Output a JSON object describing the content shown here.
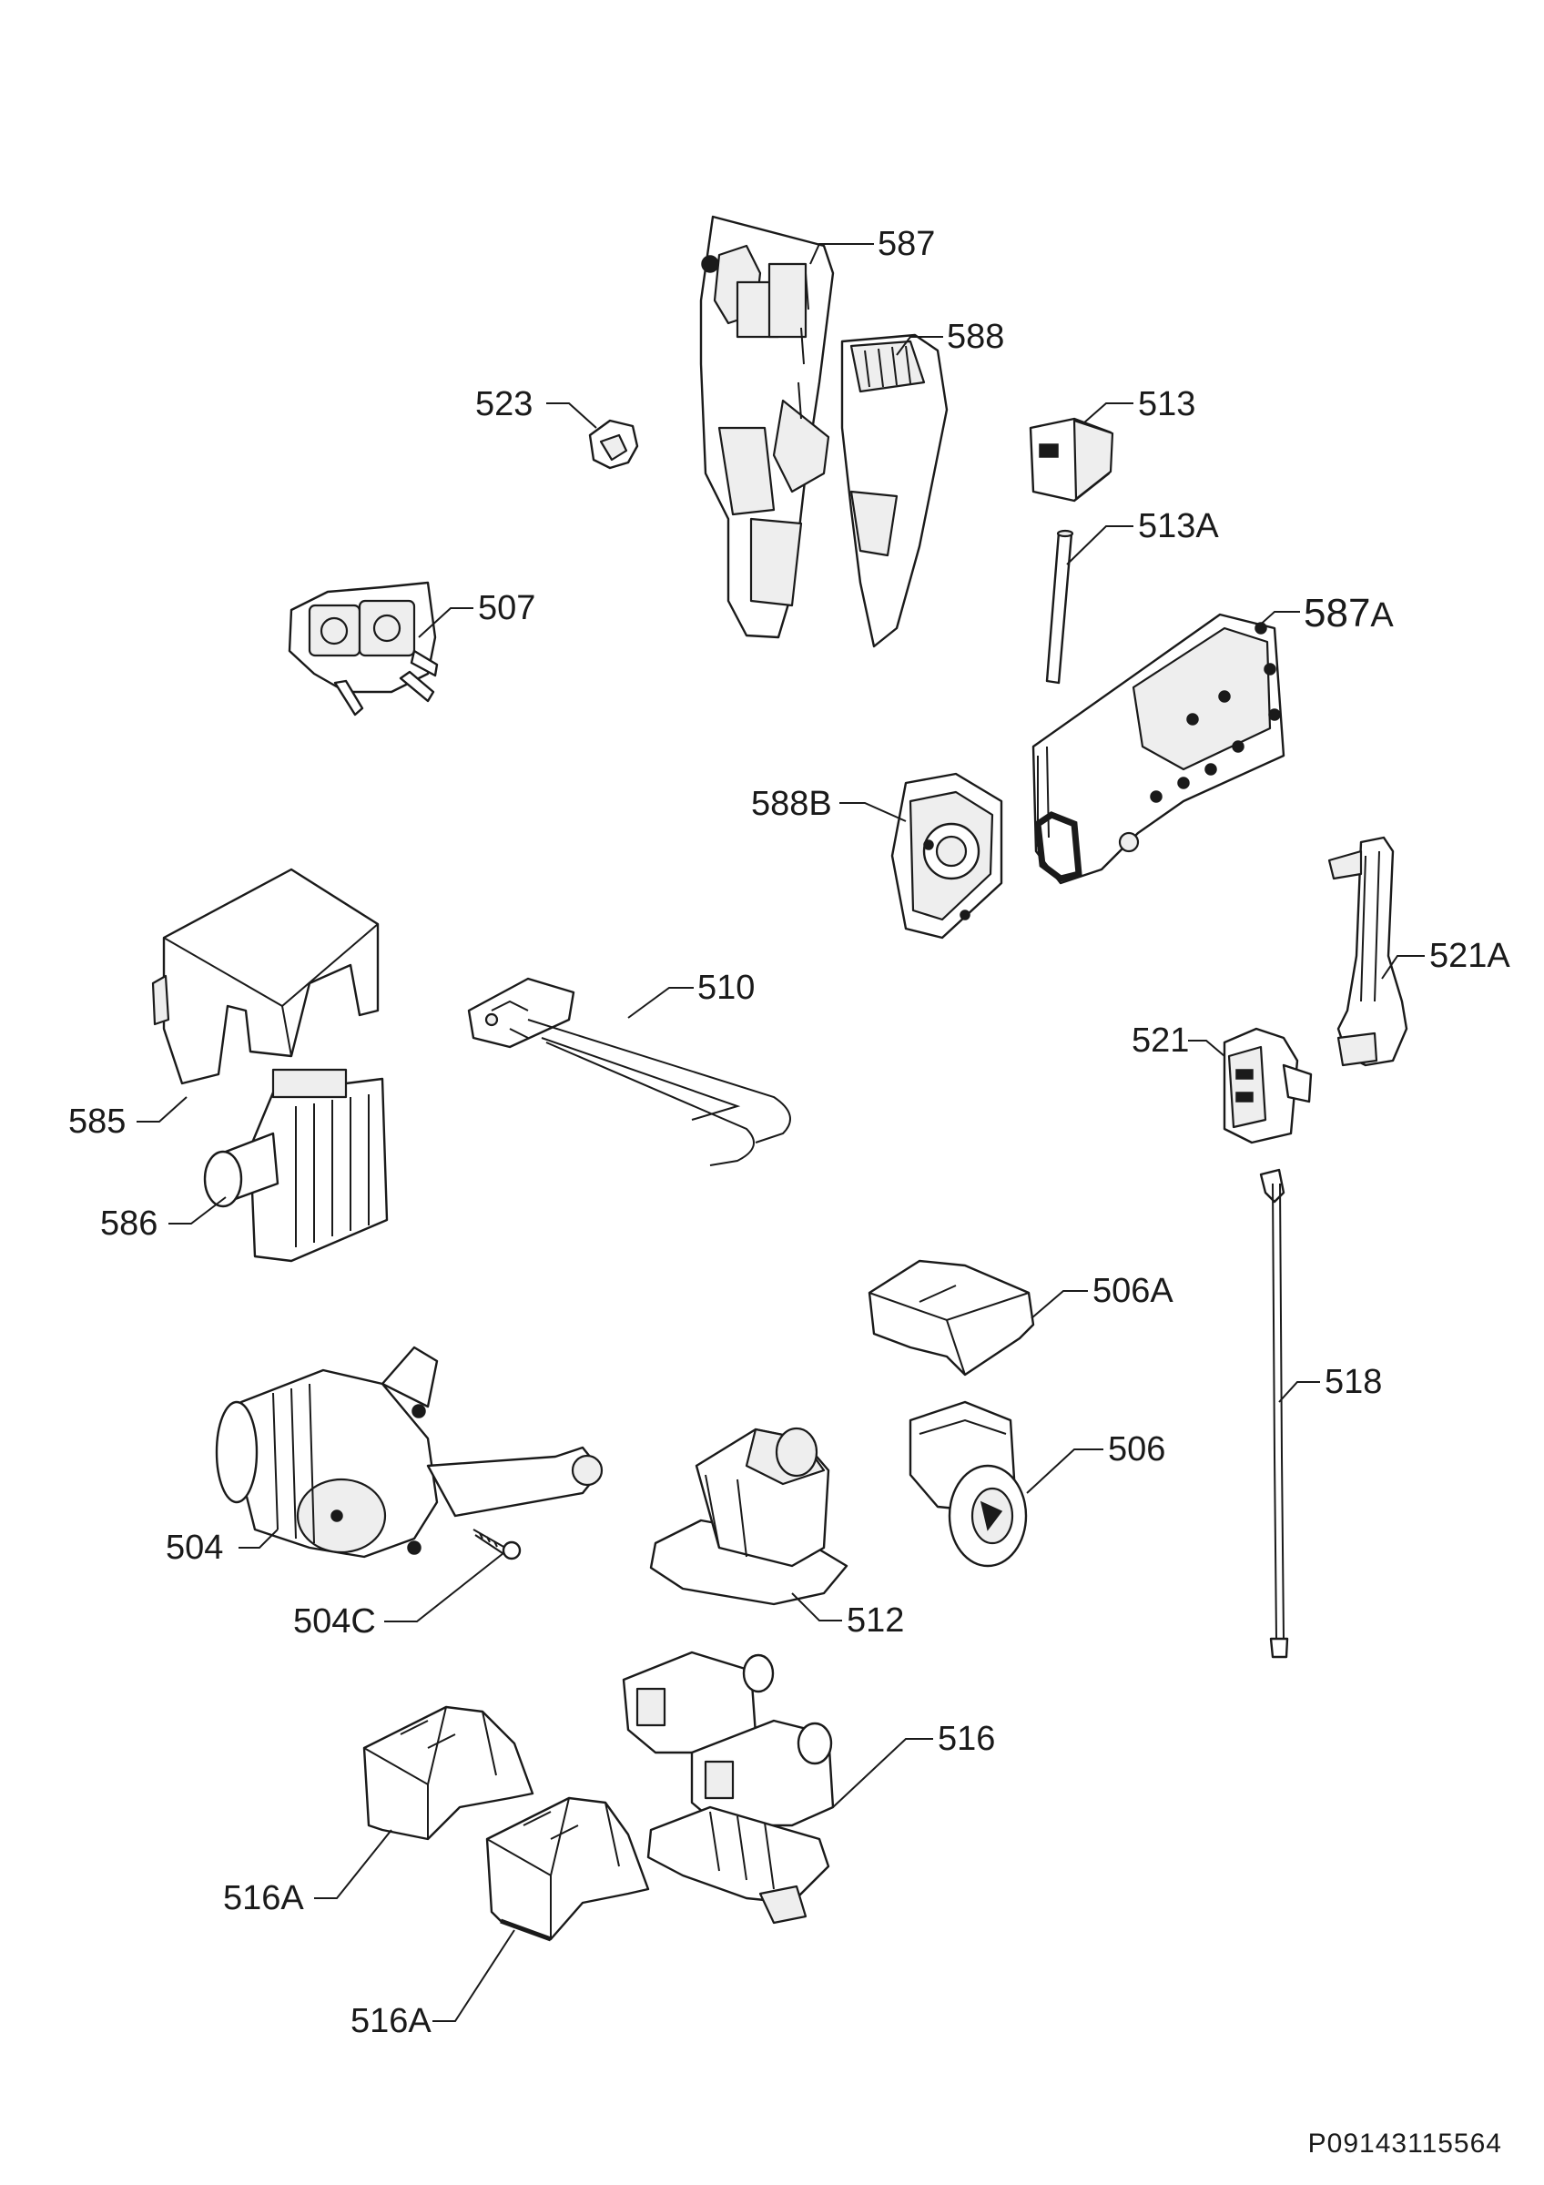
{
  "document_code": "P09143115564",
  "labels": {
    "l587": "587",
    "l588": "588",
    "l523": "523",
    "l513": "513",
    "l513A": "513A",
    "l507": "507",
    "l587A": "587",
    "l587A_suffix": "A",
    "l588B": "588B",
    "l510": "510",
    "l521A": "521A",
    "l521": "521",
    "l585": "585",
    "l586": "586",
    "l506A": "506A",
    "l518": "518",
    "l506": "506",
    "l504": "504",
    "l504C": "504C",
    "l512": "512",
    "l516": "516",
    "l516A_1": "516A",
    "l516A_2": "516A"
  }
}
